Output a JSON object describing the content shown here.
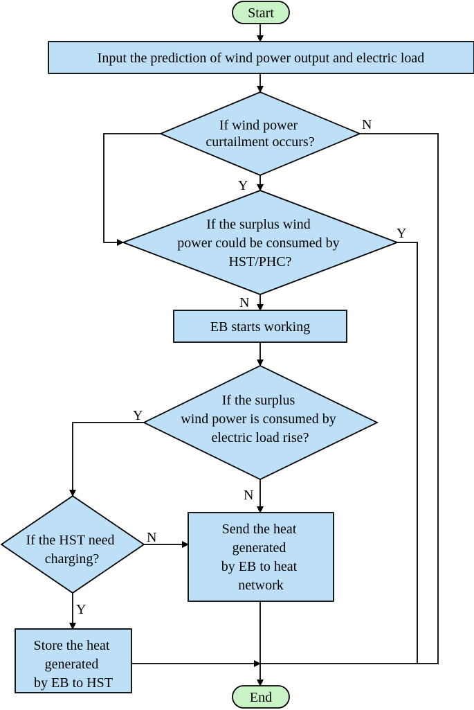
{
  "nodes": {
    "start": {
      "lines": [
        "Start"
      ]
    },
    "input": {
      "lines": [
        "Input the prediction of wind power output and electric load"
      ]
    },
    "curtail": {
      "lines": [
        "If wind power",
        "curtailment occurs?"
      ]
    },
    "surplus_consumed": {
      "lines": [
        "If the surplus wind",
        "power could be consumed by",
        "HST/PHC?"
      ]
    },
    "eb_start": {
      "lines": [
        "EB starts working"
      ]
    },
    "load_rise": {
      "lines": [
        "If the surplus",
        "wind power is consumed by",
        "electric load rise?"
      ]
    },
    "hst_need": {
      "lines": [
        "If the HST need",
        "charging?"
      ]
    },
    "send_heat": {
      "lines": [
        "Send the heat",
        "generated",
        "by EB to heat",
        "network"
      ]
    },
    "store_heat": {
      "lines": [
        "Store the heat",
        "generated",
        "by EB to HST"
      ]
    },
    "end": {
      "lines": [
        "End"
      ]
    }
  },
  "edge_labels": {
    "curtail_no": "N",
    "curtail_yes": "Y",
    "surplus_yes": "Y",
    "surplus_no": "N",
    "load_yes": "Y",
    "load_no": "N",
    "hst_no": "N",
    "hst_yes": "Y"
  }
}
